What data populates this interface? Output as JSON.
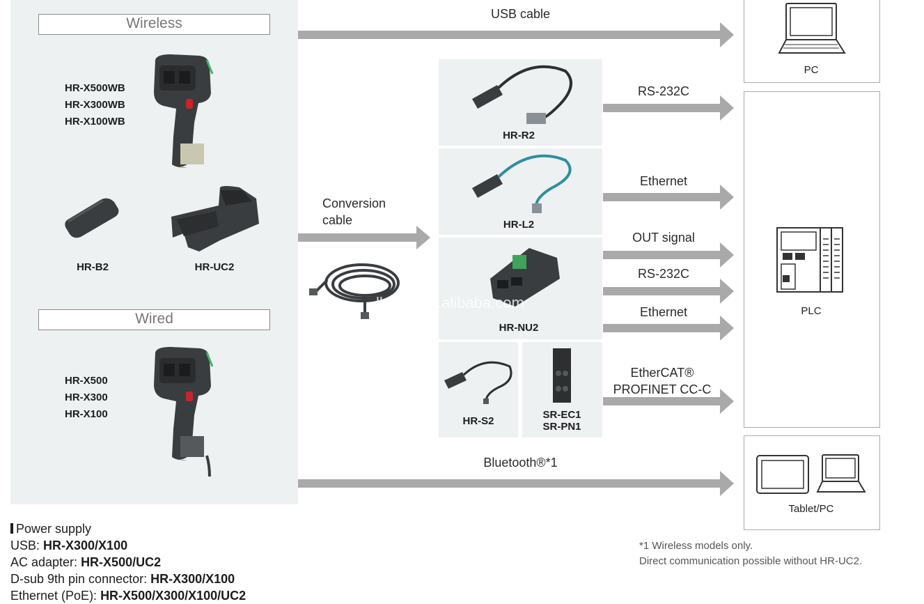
{
  "wireless_section": {
    "header": "Wireless",
    "scanner_models": [
      "HR-X500WB",
      "HR-X300WB",
      "HR-X100WB"
    ],
    "battery_label": "HR-B2",
    "charger_label": "HR-UC2"
  },
  "wired_section": {
    "header": "Wired",
    "scanner_models": [
      "HR-X500",
      "HR-X300",
      "HR-X100"
    ]
  },
  "conversion": {
    "label_line1": "Conversion",
    "label_line2": "cable"
  },
  "adapters": {
    "r2": "HR-R2",
    "l2": "HR-L2",
    "nu2": "HR-NU2",
    "s2": "HR-S2",
    "ec1_line1": "SR-EC1",
    "ec1_line2": "SR-PN1"
  },
  "connections": {
    "usb": "USB cable",
    "rs232_1": "RS-232C",
    "ethernet_1": "Ethernet",
    "out_signal": "OUT signal",
    "rs232_2": "RS-232C",
    "ethernet_2": "Ethernet",
    "ethercat": "EtherCAT®",
    "profinet": "PROFINET CC-C",
    "bluetooth": "Bluetooth®*1"
  },
  "targets": {
    "pc": "PC",
    "plc": "PLC",
    "tablet_pc": "Tablet/PC"
  },
  "watermark": "lblzdh.en.alibaba.com",
  "power_supply": {
    "title": "Power supply",
    "rows": [
      {
        "prefix": "USB: ",
        "value": "HR-X300/X100"
      },
      {
        "prefix": "AC adapter: ",
        "value": "HR-X500/UC2"
      },
      {
        "prefix": "D-sub 9th pin connector: ",
        "value": "HR-X300/X100"
      },
      {
        "prefix": "Ethernet (PoE): ",
        "value": "HR-X500/X300/X100/UC2"
      }
    ]
  },
  "footnotes": {
    "line1": "*1 Wireless models only.",
    "line2": "Direct communication possible without HR-UC2."
  },
  "colors": {
    "panel": "#eef1f1",
    "arrow": "#a9a9a9",
    "device_dark": "#3a3d40"
  }
}
